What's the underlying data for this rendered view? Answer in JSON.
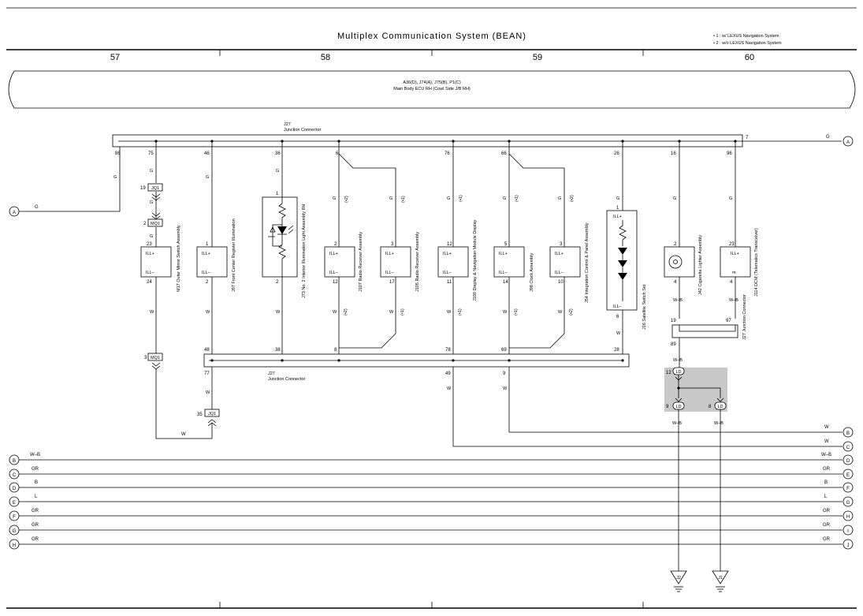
{
  "page": {
    "title": "Multiplex Communication System (BEAN)",
    "notes": [
      "• 1 : w/ LEXUS Navigation System",
      "• 2 : w/o LEXUS Navigation System"
    ],
    "sections": [
      "57",
      "58",
      "59",
      "60"
    ]
  },
  "ecu": {
    "line1": "A36(D), J74(A), J75(B), P1(C)",
    "line2": "Main Body ECU RH (Cowl Side J/B RH)"
  },
  "junctions": {
    "j27_top_id": "J27",
    "j27_top_name": "Junction Connector",
    "j27_bottom_id": "J27",
    "j27_bottom_name": "Junction Connector",
    "j27_right": "J27 Junction Connector"
  },
  "components": [
    {
      "id": "m17",
      "label": "M17 Outer Mirror Switch Assembly",
      "t1": "ILL+",
      "t2": "ILL–",
      "p1": "23",
      "p2": "24"
    },
    {
      "id": "j97",
      "label": "J97 Front Center Register Illumination",
      "t1": "ILL+",
      "t2": "ILL–",
      "p1": "1",
      "p2": "2"
    },
    {
      "id": "j73",
      "label": "J73 No. 2 Interior Illumination Light Assembly RH",
      "t1": "",
      "t2": "",
      "p1": "1",
      "p2": "2"
    },
    {
      "id": "j107",
      "label": "J107 Radio Receiver Assembly",
      "t1": "ILL+",
      "t2": "ILL–",
      "p1": "2",
      "p2": "12"
    },
    {
      "id": "j105",
      "label": "J105 Radio Receiver Assembly",
      "t1": "ILL+",
      "t2": "ILL–",
      "p1": "3",
      "p2": "17"
    },
    {
      "id": "j100",
      "label": "J100 Display & Navigation Module Display",
      "t1": "ILL+",
      "t2": "ILL–",
      "p1": "12",
      "p2": "11"
    },
    {
      "id": "j98",
      "label": "J98 Clock Assembly",
      "t1": "ILL+",
      "t2": "ILL–",
      "p1": "5",
      "p2": "14"
    },
    {
      "id": "j54",
      "label": "J54 Integration Control & Panel Assembly",
      "t1": "ILL+",
      "t2": "ILL–",
      "p1": "3",
      "p2": "10"
    },
    {
      "id": "j16",
      "label": "J16 Satellite Switch Set",
      "t1": "ILL+",
      "t2": "ILL–",
      "p1": "1",
      "p2": "6"
    },
    {
      "id": "j42",
      "label": "J42 Cigarette Lighter Assembly",
      "t1": "",
      "t2": "",
      "p1": "2",
      "p2": "4"
    },
    {
      "id": "j114",
      "label": "J114 DCM (Telematics Transceiver)",
      "t1": "ILL+",
      "t2": "m",
      "p1": "23",
      "p2": "4"
    }
  ],
  "top_pins": [
    "86",
    "75",
    "46",
    "36",
    "6",
    "76",
    "66",
    "26",
    "16",
    "96",
    "7"
  ],
  "bottom_pins": [
    "48",
    "38",
    "8",
    "78",
    "69",
    "28"
  ],
  "lower_pins": [
    "77",
    "49",
    "9"
  ],
  "right_junction_pins": [
    "19",
    "97",
    "89"
  ],
  "ld_pins": [
    "12",
    "9",
    "8"
  ],
  "connectors": {
    "jq1_a": {
      "pin": "19",
      "name": "JQ1"
    },
    "mq1_a": {
      "pin": "2",
      "name": "MQ1"
    },
    "mq1_b": {
      "pin": "3",
      "name": "MQ1"
    },
    "jq1_b": {
      "pin": "35",
      "name": "JQ1"
    },
    "ld": "LD"
  },
  "wire_colors": {
    "g": "G",
    "w": "W",
    "wb": "W–B",
    "gr": "GR",
    "b": "B",
    "l": "L",
    "s1": "(•1)",
    "s2": "(•2)"
  },
  "grounds": [
    "J2",
    "J1"
  ],
  "bus_lines": [
    {
      "left": "B",
      "right": "D",
      "color": "W–B",
      "rcolor": "W–B"
    },
    {
      "left": "C",
      "right": "E",
      "color": "GR",
      "rcolor": "GR"
    },
    {
      "left": "D",
      "right": "F",
      "color": "B",
      "rcolor": "B"
    },
    {
      "left": "E",
      "right": "G",
      "color": "L",
      "rcolor": "L"
    },
    {
      "left": "F",
      "right": "H",
      "color": "GR",
      "rcolor": "GR"
    },
    {
      "left": "G",
      "right": "I",
      "color": "GR",
      "rcolor": "GR"
    },
    {
      "left": "H",
      "right": "J",
      "color": "GR",
      "rcolor": "GR"
    }
  ],
  "right_refs": [
    "A",
    "B",
    "C"
  ],
  "left_ref": "A"
}
